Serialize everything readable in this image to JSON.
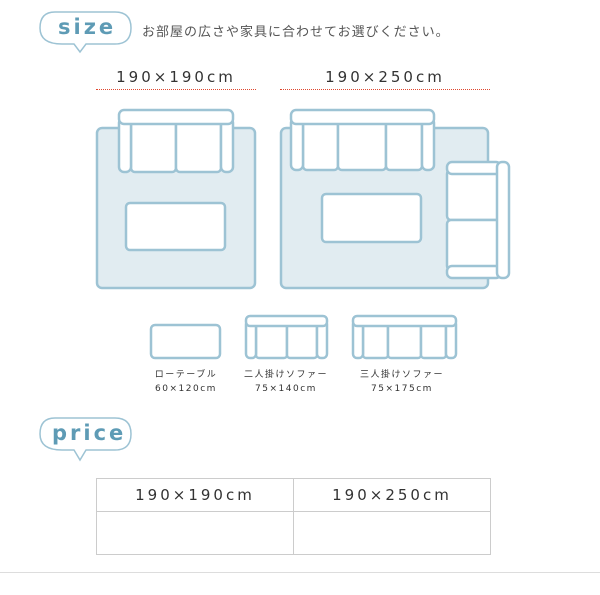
{
  "size_section": {
    "badge": "size",
    "intro": "お部屋の広さや家具に合わせてお選びください。",
    "layouts": [
      {
        "dimension": "190×190cm"
      },
      {
        "dimension": "190×250cm"
      }
    ]
  },
  "furniture": [
    {
      "name": "ローテーブル",
      "size": "60×120cm"
    },
    {
      "name": "二人掛けソファー",
      "size": "75×140cm"
    },
    {
      "name": "三人掛けソファー",
      "size": "75×175cm"
    }
  ],
  "price_section": {
    "badge": "price",
    "columns": [
      "190×190cm",
      "190×250cm"
    ],
    "prices": [
      "",
      ""
    ]
  },
  "colors": {
    "stroke": "#9dc3d4",
    "rug_fill": "#e1ecf1",
    "accent_text": "#5e9bb5",
    "underline": "#e0472f"
  }
}
